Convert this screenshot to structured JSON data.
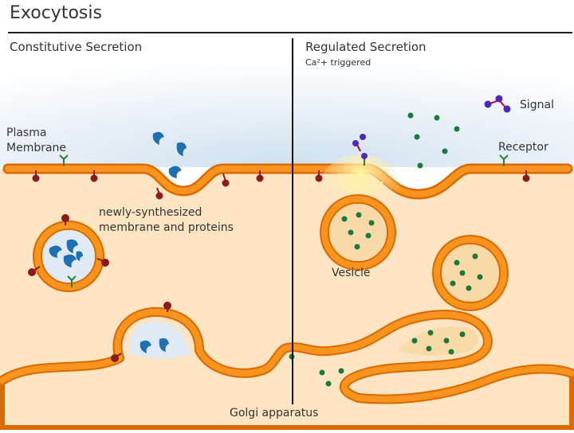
{
  "title": "Exocytosis",
  "sections": {
    "left": "Constitutive Secretion",
    "right": "Regulated Secretion",
    "right_sub": "Ca²+ triggered"
  },
  "labels": {
    "plasma_membrane_line1": "Plasma",
    "plasma_membrane_line2": "Membrane",
    "signal": "Signal",
    "receptor": "Receptor",
    "newly_line1": "newly-synthesized",
    "newly_line2": "membrane and proteins",
    "vesicle": "Vesicle",
    "golgi": "Golgi apparatus"
  },
  "colors": {
    "membrane_fill": "#f7941d",
    "membrane_edge": "#d96a00",
    "cytoplasm": "#fde5c4",
    "extracellular": "#dfeaf4",
    "protein_blue": "#1f6fb2",
    "signal_green": "#1a7a3c",
    "receptor_red": "#8b1a1a",
    "receptor_green": "#2e7d32",
    "signal_purple": "#4b2bb5"
  }
}
